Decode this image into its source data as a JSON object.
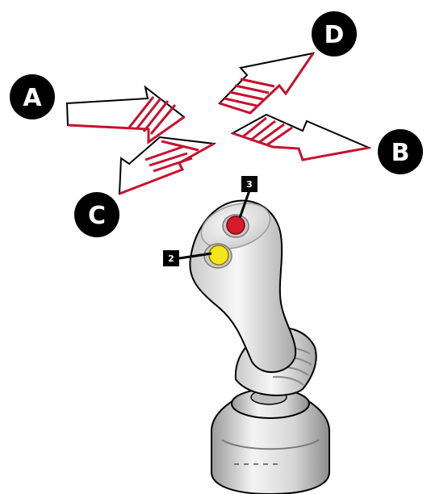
{
  "diagram": {
    "direction_labels": {
      "a": "A",
      "b": "B",
      "c": "C",
      "d": "D"
    },
    "button_labels": {
      "button_2": "2",
      "button_3": "3"
    },
    "colors": {
      "arrow_outline": "#000000",
      "arrow_accent": "#c8102e",
      "label_fill": "#000000",
      "button_2": "#f2e51c",
      "button_3": "#d81b2b",
      "joystick_body": "#e2e2e2"
    },
    "icons": {
      "direction_arrows": "four-way-arrow-icon",
      "device": "joystick-icon"
    }
  }
}
